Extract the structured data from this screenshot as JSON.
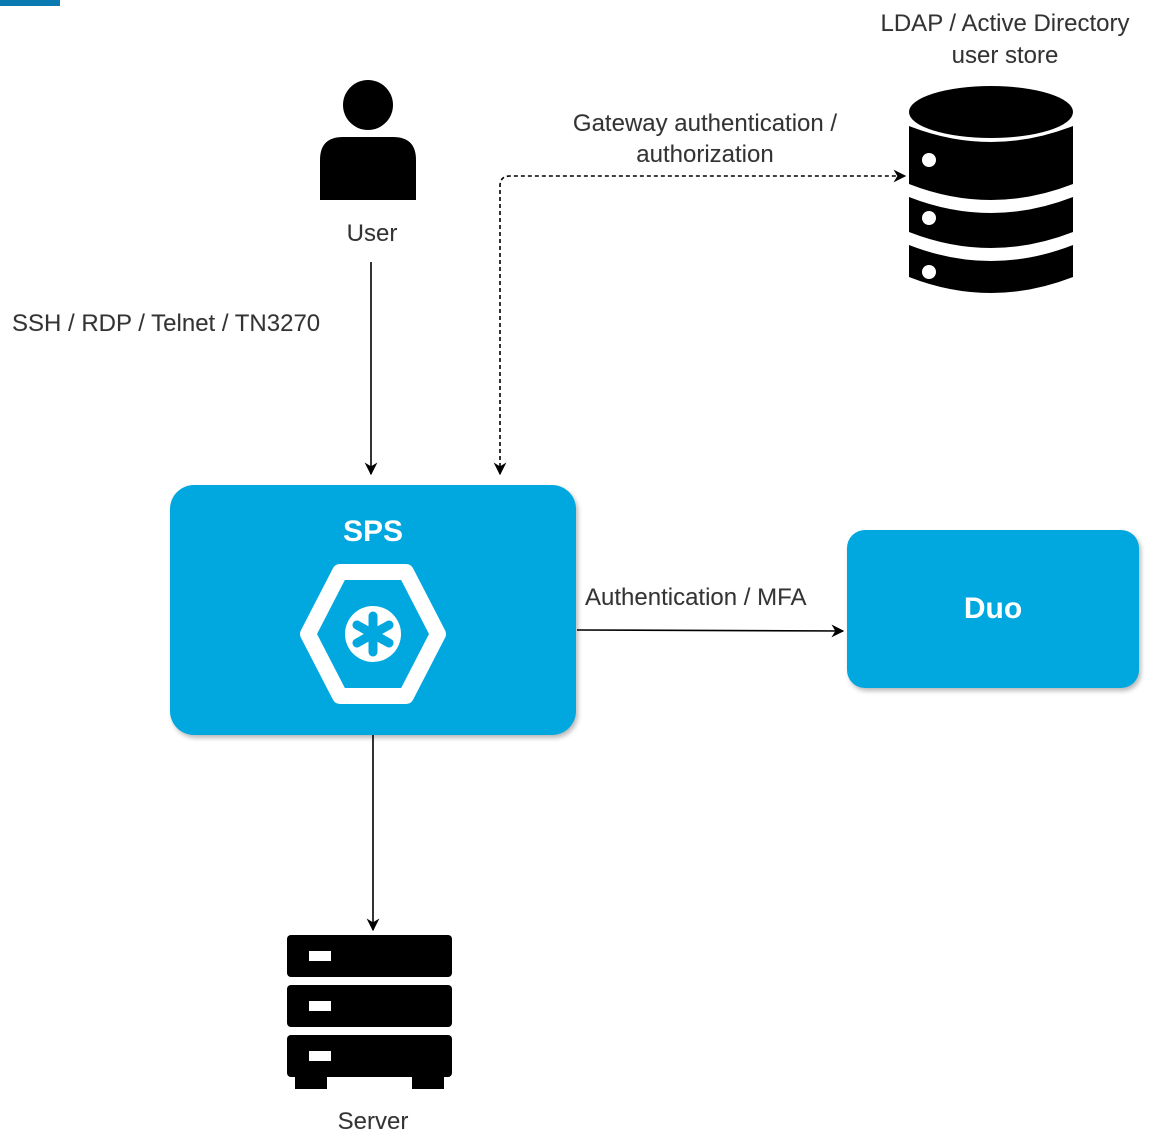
{
  "nodes": {
    "user": {
      "label": "User"
    },
    "ldap": {
      "label_line1": "LDAP / Active Directory",
      "label_line2": "user store"
    },
    "sps": {
      "label": "SPS"
    },
    "duo": {
      "label": "Duo"
    },
    "server": {
      "label": "Server"
    }
  },
  "edges": {
    "user_to_sps": {
      "label": "SSH / RDP / Telnet / TN3270"
    },
    "sps_ldap": {
      "label_line1": "Gateway authentication /",
      "label_line2": "authorization",
      "style": "dashed",
      "direction": "both"
    },
    "sps_to_duo": {
      "label": "Authentication / MFA"
    },
    "sps_to_server": {
      "label": ""
    }
  },
  "colors": {
    "box_fill": "#00a8df",
    "icon_fill": "#000000",
    "text": "#333333",
    "box_text": "#ffffff"
  }
}
